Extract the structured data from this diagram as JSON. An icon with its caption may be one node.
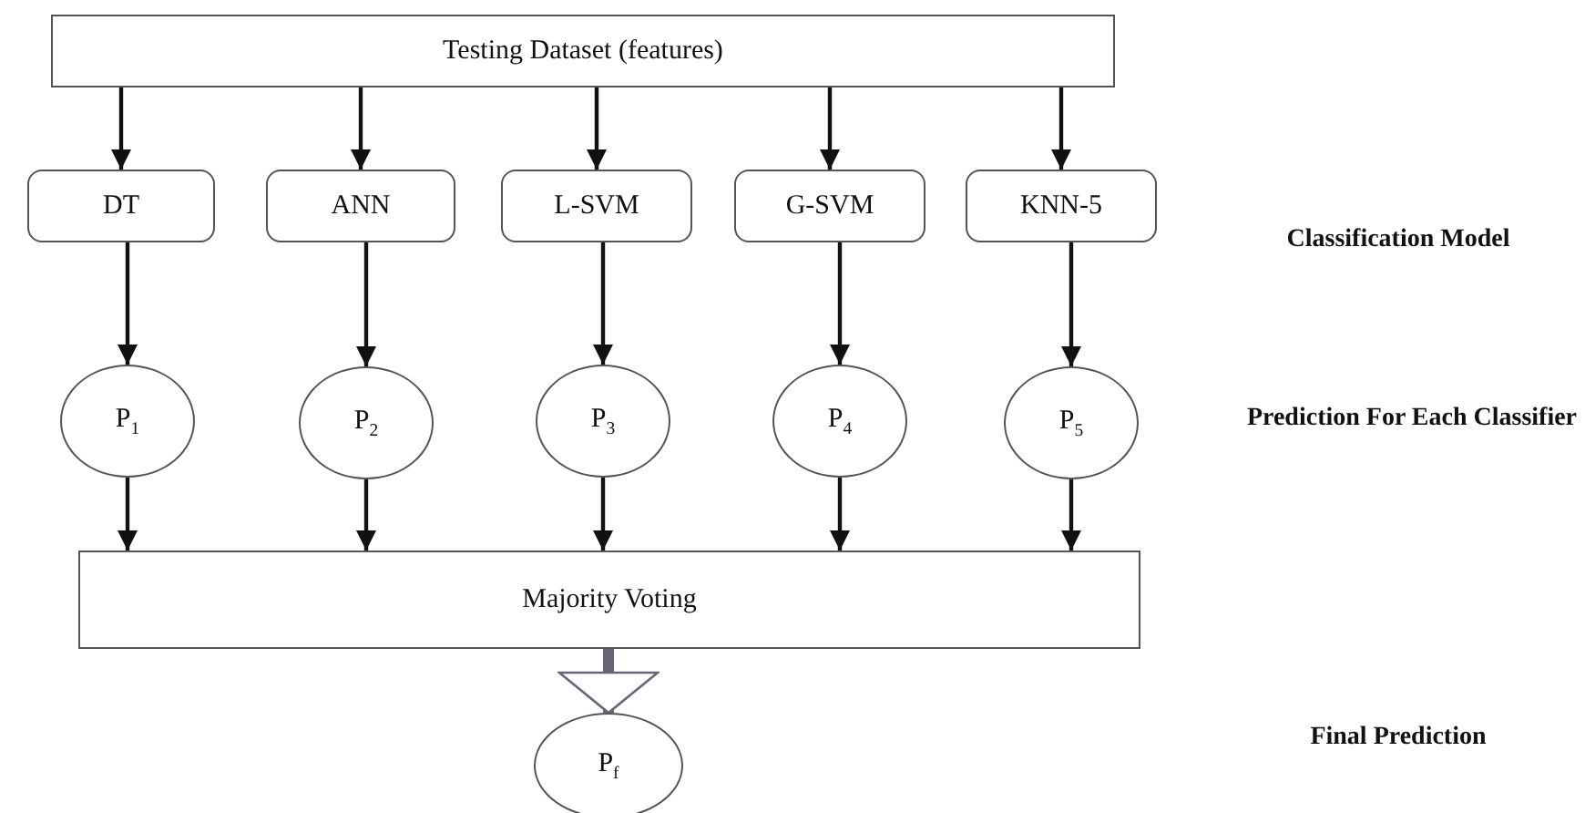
{
  "diagram": {
    "nodes": [
      {
        "text": [
          "Testing Dataset (features)"
        ]
      },
      {
        "text": [
          "DT"
        ]
      },
      {
        "text": [
          "ANN"
        ]
      },
      {
        "text": [
          "L-SVM"
        ]
      },
      {
        "text": [
          "G-SVM"
        ]
      },
      {
        "text": [
          "KNN-5"
        ]
      },
      {
        "text": [
          "P$_{1}$"
        ]
      },
      {
        "text": [
          "P$_{2}$"
        ]
      },
      {
        "text": [
          "P$_{3}$"
        ]
      },
      {
        "text": [
          "P$_{4}$"
        ]
      },
      {
        "text": [
          "P$_{5}$"
        ]
      },
      {
        "text": [
          "Majority Voting"
        ]
      },
      {
        "text": [
          "P$_{f}$"
        ]
      }
    ],
    "edges": [
      {
        "from": 0,
        "to": 1,
        "arrow": "to"
      },
      {
        "from": 0,
        "to": 2,
        "arrow": "to"
      },
      {
        "from": 0,
        "to": 3,
        "arrow": "to"
      },
      {
        "from": 0,
        "to": 4,
        "arrow": "to"
      },
      {
        "from": 0,
        "to": 5,
        "arrow": "to"
      },
      {
        "from": 1,
        "to": 6,
        "arrow": "to"
      },
      {
        "from": 2,
        "to": 7,
        "arrow": "to"
      },
      {
        "from": 3,
        "to": 8,
        "arrow": "to"
      },
      {
        "from": 4,
        "to": 9,
        "arrow": "to"
      },
      {
        "from": 5,
        "to": 10,
        "arrow": "to"
      },
      {
        "from": 6,
        "to": 11,
        "arrow": "to"
      },
      {
        "from": 7,
        "to": 11,
        "arrow": "to"
      },
      {
        "from": 8,
        "to": 11,
        "arrow": "to"
      },
      {
        "from": 9,
        "to": 11,
        "arrow": "to"
      },
      {
        "from": 10,
        "to": 11,
        "arrow": "to"
      },
      {
        "from": 11,
        "to": 12,
        "arrow": "to",
        "style": "thick",
        "color": "#666677"
      }
    ],
    "labels": [
      "Classification Model",
      "Prediction For Each Classifier",
      "Final Prediction"
    ]
  }
}
